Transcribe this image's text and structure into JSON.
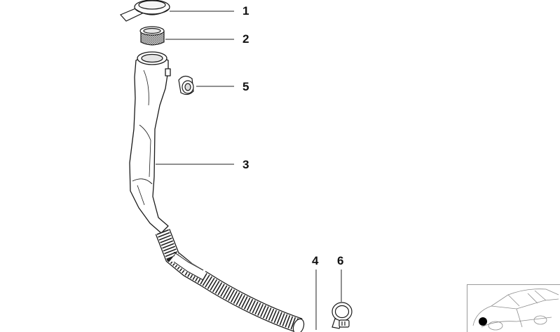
{
  "callouts": [
    {
      "id": "1",
      "label": "1"
    },
    {
      "id": "2",
      "label": "2"
    },
    {
      "id": "5",
      "label": "5"
    },
    {
      "id": "3",
      "label": "3"
    },
    {
      "id": "4",
      "label": "4"
    },
    {
      "id": "6",
      "label": "6"
    }
  ],
  "colors": {
    "stroke": "#1a1a1a",
    "leader": "#222222",
    "marker": "#000000",
    "thumbnail_line": "#8c8c8c"
  },
  "icons": {
    "filler_cap": "cap-icon",
    "strainer": "strainer-icon",
    "grommet": "grommet-icon",
    "filler_neck": "filler-neck-icon",
    "hose": "corrugated-hose-icon",
    "clamp": "hose-clamp-icon",
    "car": "car-thumbnail-icon"
  }
}
